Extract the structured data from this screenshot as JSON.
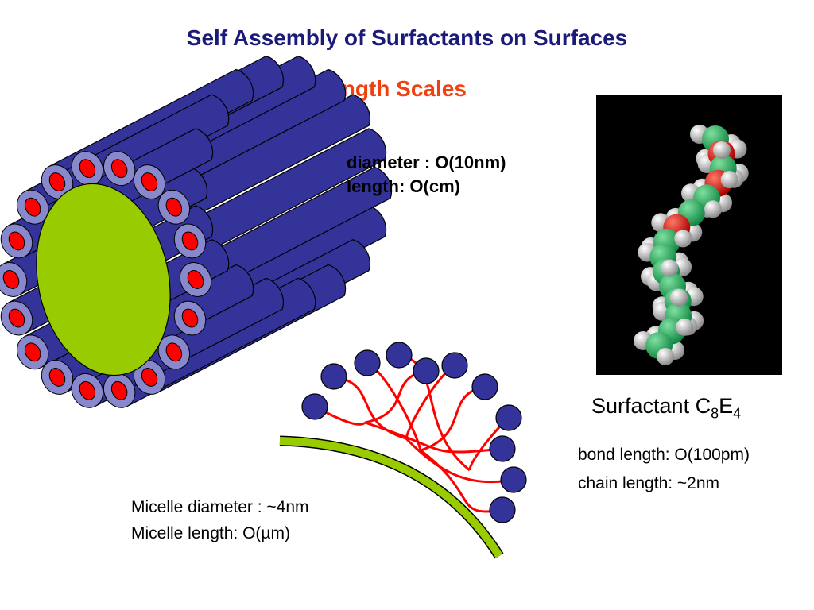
{
  "slide": {
    "title": "Self Assembly of Surfactants on Surfaces",
    "subtitle": "Length Scales"
  },
  "cylinder": {
    "diameter_text": "diameter : O(10nm)",
    "length_text": "length: O(cm)",
    "colors": {
      "tube": "#333399",
      "tube_rim": "#8888cc",
      "tube_core": "#ff0000",
      "face": "#99cc00"
    }
  },
  "micelle": {
    "diameter_text": "Micelle diameter : ~4nm",
    "length_text": "Micelle length:  O(µm)",
    "colors": {
      "head": "#333399",
      "tail": "#ff0000",
      "surface": "#99cc00"
    }
  },
  "surfactant": {
    "name": "Surfactant C",
    "sub1": "8",
    "mid": "E",
    "sub2": "4",
    "bond_length_text": "bond length: O(100pm)",
    "chain_length_text": "chain length: ~2nm",
    "colors": {
      "carbon": "#22aa55",
      "oxygen": "#dd1100",
      "hydrogen": "#dddddd",
      "background": "#000000"
    }
  }
}
